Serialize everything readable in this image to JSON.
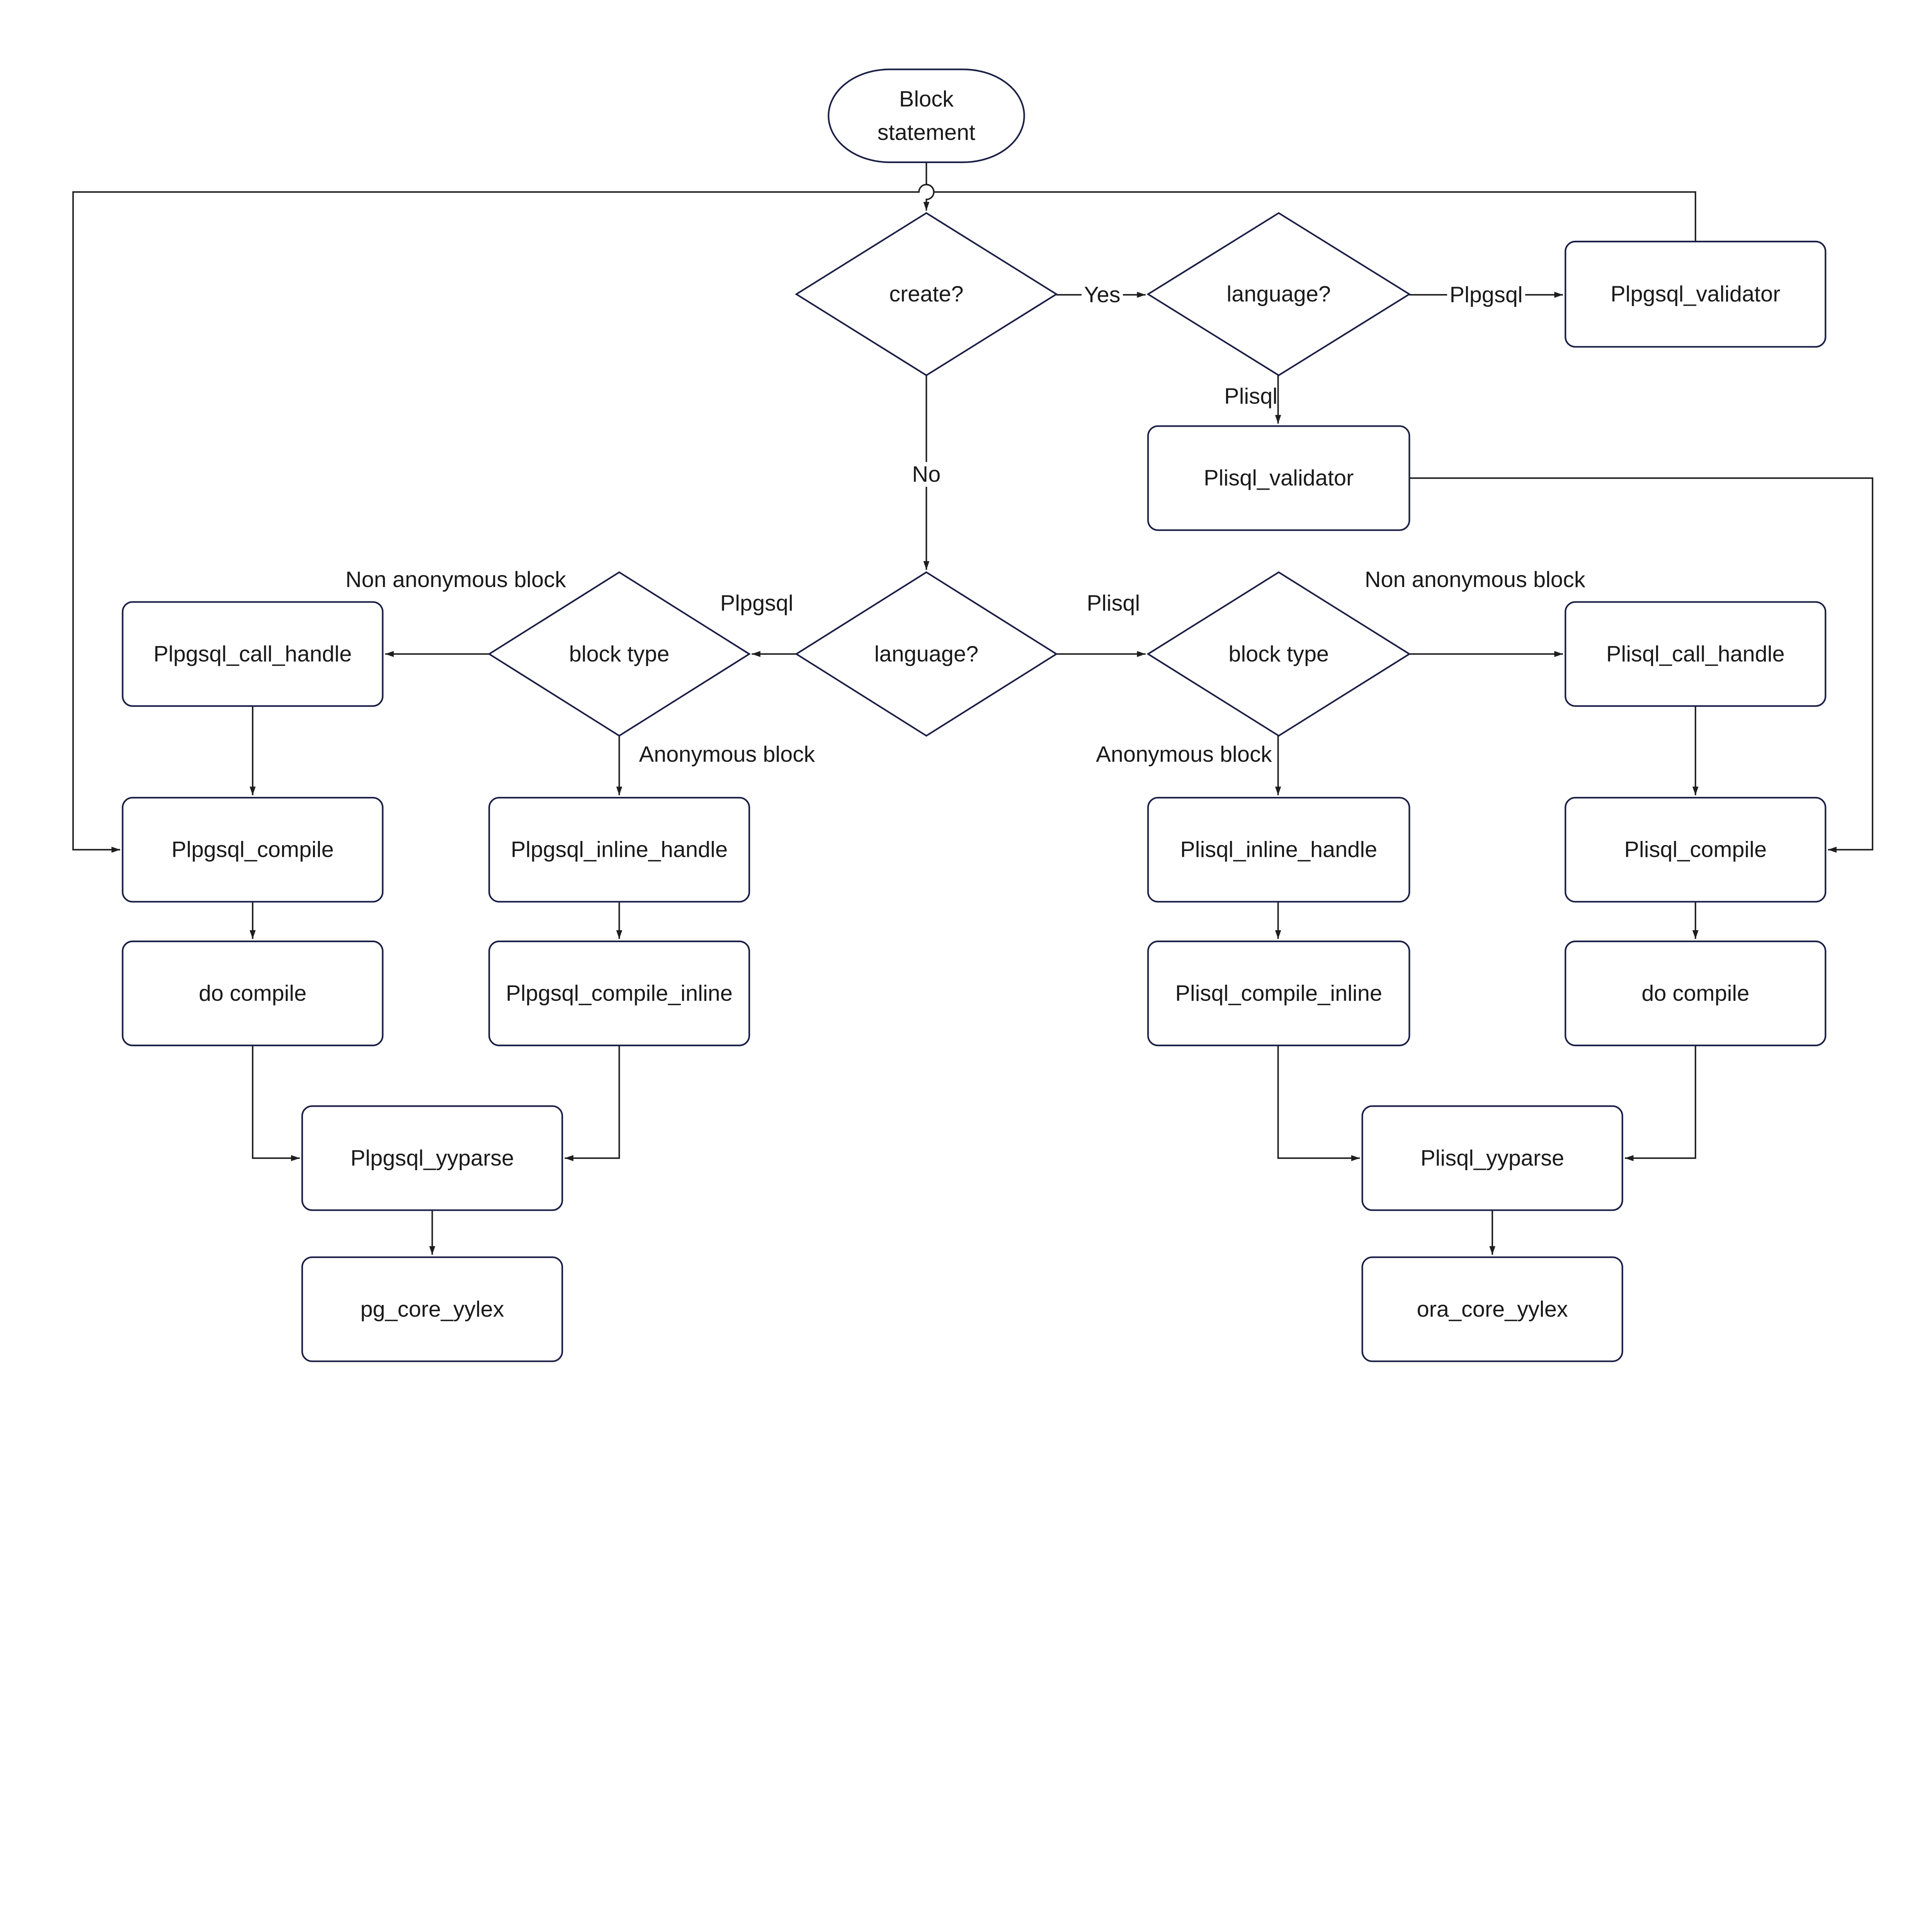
{
  "nodes": {
    "start": {
      "shape": "terminator",
      "lines": [
        "Block",
        "statement"
      ]
    },
    "create": {
      "shape": "decision",
      "lines": [
        "create?"
      ]
    },
    "lang1": {
      "shape": "decision",
      "lines": [
        "language?"
      ]
    },
    "plpgsql_validator": {
      "shape": "process",
      "lines": [
        "Plpgsql_validator"
      ]
    },
    "plisql_validator": {
      "shape": "process",
      "lines": [
        "Plisql_validator"
      ]
    },
    "lang2": {
      "shape": "decision",
      "lines": [
        "language?"
      ]
    },
    "btype_l": {
      "shape": "decision",
      "lines": [
        "block type"
      ]
    },
    "btype_r": {
      "shape": "decision",
      "lines": [
        "block type"
      ]
    },
    "plpgsql_call_handle": {
      "shape": "process",
      "lines": [
        "Plpgsql_call_handle"
      ]
    },
    "plisql_call_handle": {
      "shape": "process",
      "lines": [
        "Plisql_call_handle"
      ]
    },
    "plpgsql_compile": {
      "shape": "process",
      "lines": [
        "Plpgsql_compile"
      ]
    },
    "plpgsql_inline_handle": {
      "shape": "process",
      "lines": [
        "Plpgsql_inline_handle"
      ]
    },
    "plisql_inline_handle": {
      "shape": "process",
      "lines": [
        "Plisql_inline_handle"
      ]
    },
    "plisql_compile": {
      "shape": "process",
      "lines": [
        "Plisql_compile"
      ]
    },
    "do_compile_l": {
      "shape": "process",
      "lines": [
        "do compile"
      ]
    },
    "plpgsql_compile_inline": {
      "shape": "process",
      "lines": [
        "Plpgsql_compile_inline"
      ]
    },
    "plisql_compile_inline": {
      "shape": "process",
      "lines": [
        "Plisql_compile_inline"
      ]
    },
    "do_compile_r": {
      "shape": "process",
      "lines": [
        "do compile"
      ]
    },
    "plpgsql_yyparse": {
      "shape": "process",
      "lines": [
        "Plpgsql_yyparse"
      ]
    },
    "plisql_yyparse": {
      "shape": "process",
      "lines": [
        "Plisql_yyparse"
      ]
    },
    "pg_core_yylex": {
      "shape": "process",
      "lines": [
        "pg_core_yylex"
      ]
    },
    "ora_core_yylex": {
      "shape": "process",
      "lines": [
        "ora_core_yylex"
      ]
    }
  },
  "edge_labels": {
    "yes": "Yes",
    "lang1_plpgsql": "Plpgsql",
    "lang1_plisql": "Plisql",
    "no": "No",
    "lang2_plpgsql": "Plpgsql",
    "lang2_plisql": "Plisql",
    "nonanon_l": "Non anonymous block",
    "anon_l": "Anonymous block",
    "nonanon_r": "Non anonymous block",
    "anon_r": "Anonymous block"
  },
  "colors": {
    "node_stroke": "#1b1f45",
    "edge": "#1e1e1e"
  }
}
